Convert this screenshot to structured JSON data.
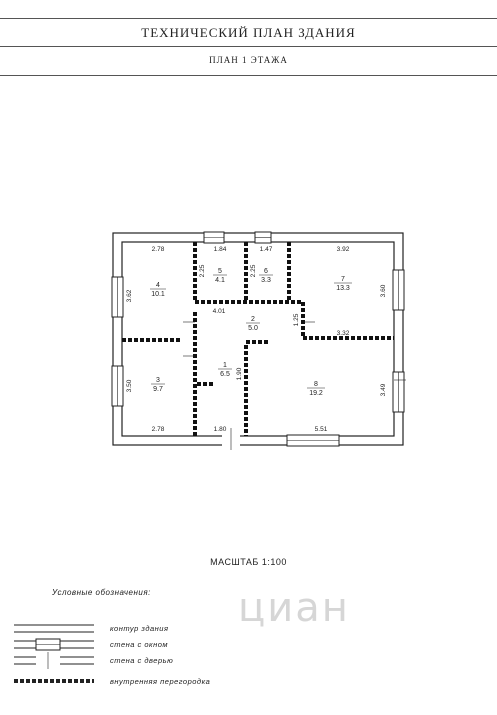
{
  "header": {
    "title": "ТЕХНИЧЕСКИЙ ПЛАН ЗДАНИЯ",
    "subtitle": "ПЛАН 1 ЭТАЖА"
  },
  "rooms": [
    {
      "id": "4",
      "area": "10.1"
    },
    {
      "id": "5",
      "area": "4.1"
    },
    {
      "id": "6",
      "area": "3.3"
    },
    {
      "id": "7",
      "area": "13.3"
    },
    {
      "id": "2",
      "area": "5.0"
    },
    {
      "id": "3",
      "area": "9.7"
    },
    {
      "id": "1",
      "area": "6.5"
    },
    {
      "id": "8",
      "area": "19.2"
    }
  ],
  "dimensions": [
    "2.78",
    "1.84",
    "1.47",
    "3.92",
    "2.25",
    "2.25",
    "3.62",
    "3.60",
    "4.01",
    "1.25",
    "3.32",
    "3.50",
    "1.90",
    "3.49",
    "2.78",
    "1.80",
    "5.51"
  ],
  "scale": "МАСШТАБ 1:100",
  "legend": {
    "title": "Условные обозначения:",
    "items": [
      "контур здания",
      "стена с окном",
      "стена с дверью",
      "внутренняя перегородка"
    ]
  },
  "watermark": "циан"
}
